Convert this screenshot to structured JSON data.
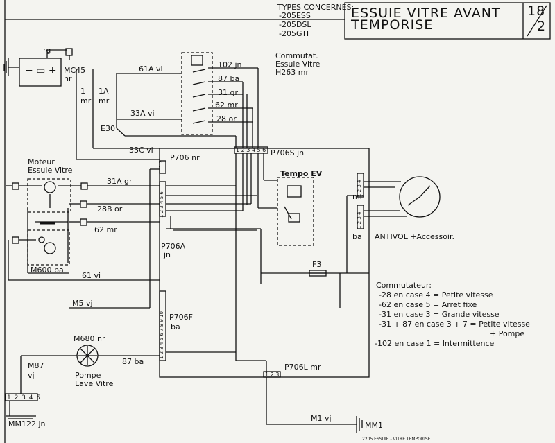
{
  "header": {
    "types_title": "TYPES CONCERNES:",
    "types": [
      "-205ESS",
      "-205DSL",
      "-205GTI"
    ],
    "title_line1": "ESSUIE VITRE AVANT",
    "title_line2": "TEMPORISE",
    "page_num_top": "18",
    "page_num_bottom": "2"
  },
  "components": {
    "battery_label_rg": "rg",
    "mc45": "MC45",
    "mc45_color": "nr",
    "commutat_title": [
      "Commutat.",
      "Essuie Vitre",
      "H263 mr"
    ],
    "moteur": [
      "Moteur",
      "Essuie Vitre"
    ],
    "m600": "M600 ba",
    "tempo": "Tempo EV",
    "antivol": "ANTIVOL +Accessoir.",
    "f3": "F3",
    "m680": "M680 nr",
    "pompe": [
      "Pompe",
      "Lave Vitre"
    ],
    "mm122": "MM122 jn",
    "mm1": "MM1",
    "e30": "E30",
    "p706s": "P706S jn",
    "p706": "P706 nr",
    "p706a": [
      "P706A",
      "jn"
    ],
    "p706f": [
      "P706F",
      "ba"
    ],
    "p706l": "P706L mr",
    "mm122_pins": "1 2 3 4 5",
    "p706s_pins": "1 2 3 4 5 6",
    "p706l_pins": "1 2 3",
    "p706_pins": "1 2",
    "p706a_pins": "1 2 3 4 5 6",
    "p706f_pins": "1 2 3 4 5 6 7 8 9 10",
    "antivol_pins": "1 2 3 4",
    "antivol_pins2": "1 2 3 4"
  },
  "wires": {
    "w1": "1",
    "w1_color": "mr",
    "w1a": "1A",
    "w1a_color": "mr",
    "w61a": "61A vi",
    "w102": "102 jn",
    "w87": "87 ba",
    "w31": "31 gr",
    "w62": "62 mr",
    "w28": "28 or",
    "w33a": "33A vi",
    "w33c": "33C vi",
    "w31a": "31A gr",
    "w28b": "28B or",
    "w62b": "62 mr",
    "w61": "61 vi",
    "wm5": "M5 vj",
    "w87b": "87 ba",
    "wm87": "M87",
    "wm87c": "vj",
    "wm1": "M1 vj",
    "mr_label": "mr",
    "ba_label": "ba"
  },
  "legend": {
    "title": "Commutateur:",
    "lines": [
      "-28   en case 4 = Petite vitesse",
      "-62   en case 5 = Arret fixe",
      "-31   en case 3 = Grande vitesse",
      "-31  + 87  en case 3 + 7 = Petite vitesse",
      "+ Pompe",
      "-102  en case 1 = Intermittence"
    ]
  },
  "footer": "2205 ESSUIE - VITRE TEMPORISE"
}
